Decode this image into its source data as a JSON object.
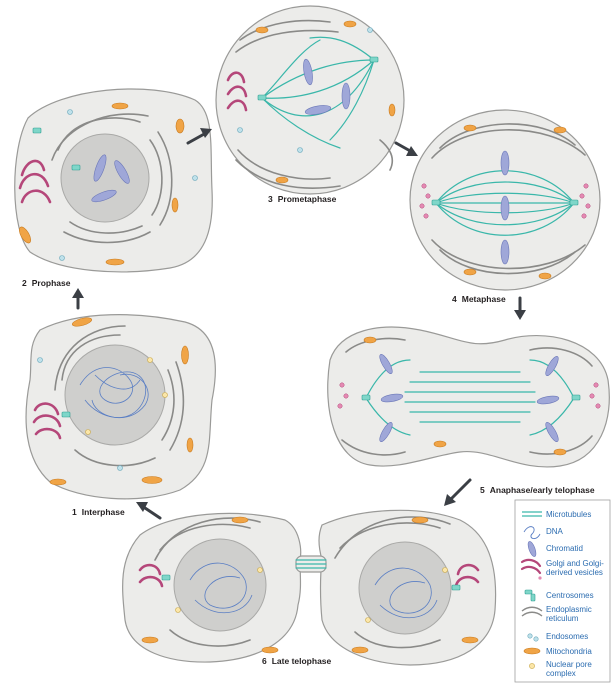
{
  "stages": [
    {
      "id": "interphase",
      "number": "1",
      "label": "Interphase"
    },
    {
      "id": "prophase",
      "number": "2",
      "label": "Prophase"
    },
    {
      "id": "prometaphase",
      "number": "3",
      "label": "Prometaphase"
    },
    {
      "id": "metaphase",
      "number": "4",
      "label": "Metaphase"
    },
    {
      "id": "anaphase",
      "number": "5",
      "label": "Anaphase/early telophase"
    },
    {
      "id": "late-telophase",
      "number": "6",
      "label": "Late telophase"
    }
  ],
  "legend": {
    "items": [
      {
        "key": "microtubules",
        "label": "Microtubules",
        "icon": "microtubules-icon"
      },
      {
        "key": "dna",
        "label": "DNA",
        "icon": "dna-icon"
      },
      {
        "key": "chromatid",
        "label": "Chromatid",
        "icon": "chromatid-icon"
      },
      {
        "key": "golgi",
        "label": "Golgi and Golgi-derived vesicles",
        "lines": [
          "Golgi and Golgi-",
          "derived vesicles"
        ],
        "icon": "golgi-icon"
      },
      {
        "key": "centrosomes",
        "label": "Centrosomes",
        "icon": "centrosome-icon"
      },
      {
        "key": "er",
        "label": "Endoplasmic reticulum",
        "lines": [
          "Endoplasmic",
          "reticulum"
        ],
        "icon": "er-icon"
      },
      {
        "key": "endosomes",
        "label": "Endosomes",
        "icon": "endosome-icon"
      },
      {
        "key": "mitochondria",
        "label": "Mitochondria",
        "icon": "mitochondria-icon"
      },
      {
        "key": "pore",
        "label": "Nuclear pore complex",
        "lines": [
          "Nuclear pore",
          "complex"
        ],
        "icon": "nuclear-pore-icon"
      }
    ]
  },
  "colors": {
    "microtubules": "#3ab7aa",
    "dna": "#5b7fc4",
    "chromatid": "#9fa7d8",
    "golgi": "#b5477a",
    "centrosomes": "#7fd6c9",
    "er": "#8a8a88",
    "endosomes": "#bfe1ea",
    "mitochondria": "#f0a446",
    "pore": "#fbe6a8",
    "cytoplasm": "#ececea",
    "nucleus": "#cfcfcd",
    "arrow": "#3b3f45"
  }
}
